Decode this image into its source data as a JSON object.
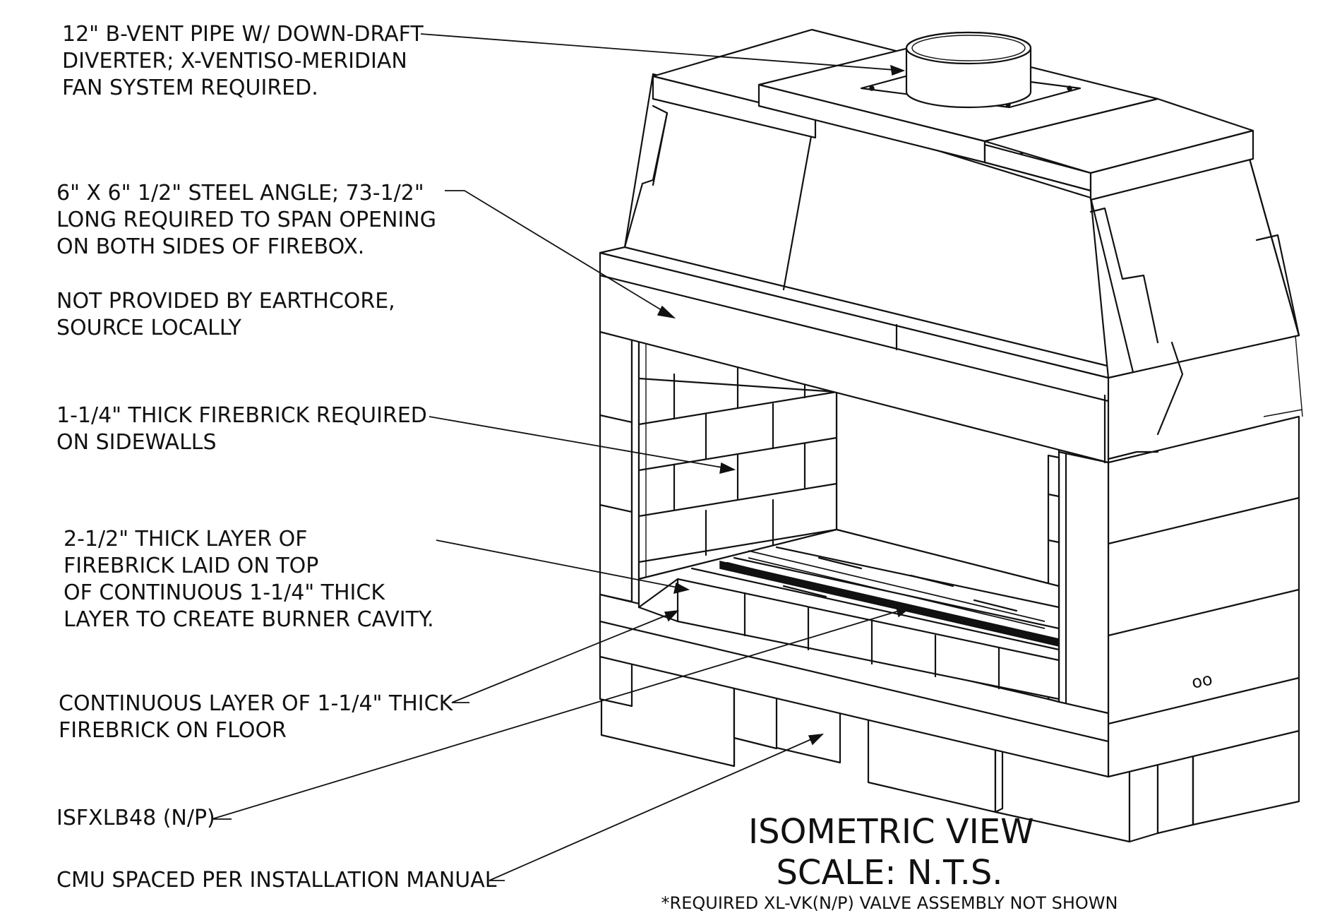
{
  "callouts": {
    "vent": [
      "12\" B-VENT PIPE W/ DOWN-DRAFT",
      "DIVERTER; X-VENTISO-MERIDIAN",
      "FAN SYSTEM REQUIRED."
    ],
    "angle": [
      "6\" X 6\" 1/2\" STEEL ANGLE; 73-1/2\"",
      "LONG REQUIRED TO SPAN OPENING",
      "ON BOTH SIDES OF FIREBOX."
    ],
    "source": [
      "NOT PROVIDED BY EARTHCORE,",
      "SOURCE LOCALLY"
    ],
    "sidewalls": [
      "1-1/4\" THICK FIREBRICK REQUIRED",
      "ON SIDEWALLS"
    ],
    "burner": [
      "2-1/2\" THICK LAYER OF",
      "FIREBRICK LAID ON TOP",
      "OF CONTINUOUS 1-1/4\" THICK",
      "LAYER TO CREATE BURNER CAVITY."
    ],
    "floor": [
      "CONTINUOUS LAYER OF 1-1/4\" THICK",
      "FIREBRICK ON FLOOR"
    ],
    "burner_model": [
      "ISFXLB48 (N/P)"
    ],
    "cmu": [
      "CMU SPACED PER INSTALLATION MANUAL"
    ]
  },
  "title": {
    "view": "ISOMETRIC VIEW",
    "scale": "SCALE: N.T.S.",
    "footnote": "*REQUIRED XL-VK(N/P) VALVE ASSEMBLY NOT SHOWN"
  },
  "drawing": {
    "wall_marking": "oo"
  }
}
